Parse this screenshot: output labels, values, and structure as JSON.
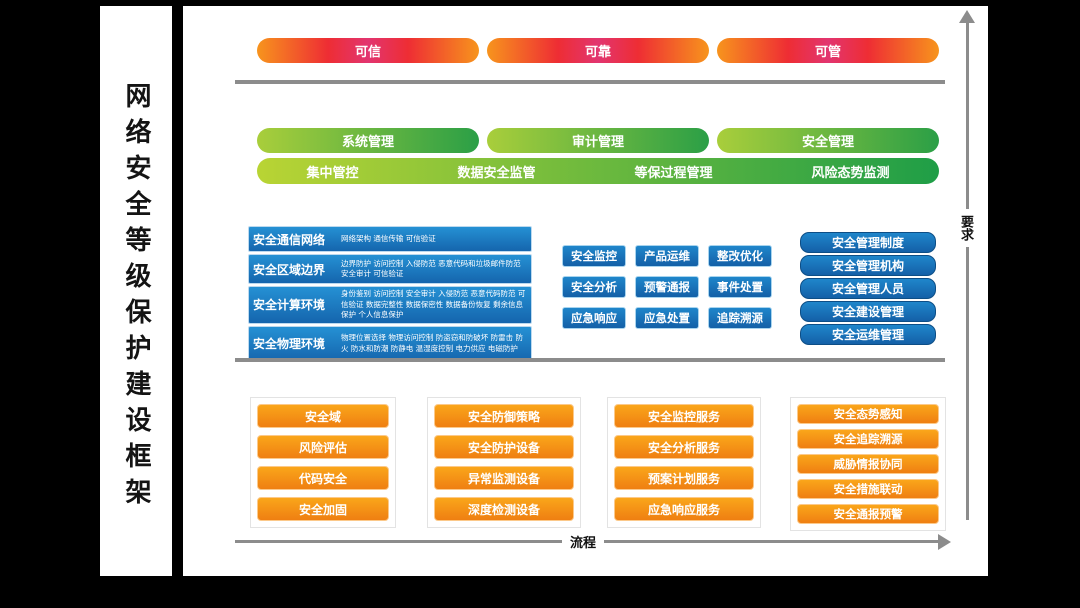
{
  "title": "网络安全等级保护建设框架",
  "top_pills": [
    "可信",
    "可靠",
    "可管"
  ],
  "mgmt_pills": [
    "系统管理",
    "审计管理",
    "安全管理"
  ],
  "control_bar": [
    "集中管控",
    "数据安全监管",
    "等保过程管理",
    "风险态势监测"
  ],
  "tech_rows": [
    {
      "title": "安全通信网络",
      "detail": "网络架构  通信传输  可信验证"
    },
    {
      "title": "安全区域边界",
      "detail": "边界防护 访问控制 入侵防范 恶意代码和垃圾邮件防范 安全审计 可信验证"
    },
    {
      "title": "安全计算环境",
      "detail": "身份鉴别 访问控制 安全审计 入侵防范 恶意代码防范 可信验证 数据完整性 数据保密性 数据备份恢复 剩余信息保护 个人信息保护"
    },
    {
      "title": "安全物理环境",
      "detail": "物理位置选择 物理访问控制 防盗窃和防破坏 防雷击 防火 防水和防潮 防静电 温湿度控制 电力供应 电磁防护"
    }
  ],
  "ops_boxes": [
    [
      "安全监控",
      "产品运维",
      "整改优化"
    ],
    [
      "安全分析",
      "预警通报",
      "事件处置"
    ],
    [
      "应急响应",
      "应急处置",
      "追踪溯源"
    ]
  ],
  "mgmt_stack": [
    "安全管理制度",
    "安全管理机构",
    "安全管理人员",
    "安全建设管理",
    "安全运维管理"
  ],
  "bottom_columns": [
    [
      "安全域",
      "风险评估",
      "代码安全",
      "安全加固"
    ],
    [
      "安全防御策略",
      "安全防护设备",
      "异常监测设备",
      "深度检测设备"
    ],
    [
      "安全监控服务",
      "安全分析服务",
      "预案计划服务",
      "应急响应服务"
    ],
    [
      "安全态势感知",
      "安全追踪溯源",
      "威胁情报协同",
      "安全措施联动",
      "安全通报预警"
    ]
  ],
  "axes": {
    "vertical_label": "要求",
    "horizontal_label": "流程"
  },
  "colors": {
    "background": "#000000",
    "slide": "#ffffff",
    "goal_orange": "#f7941d",
    "goal_red": "#e23570",
    "green_light": "#b9d434",
    "green_dark": "#1f9e47",
    "blue": "#1b75bc",
    "orange": "#f7941d",
    "axis_gray": "#8c8c8c"
  }
}
